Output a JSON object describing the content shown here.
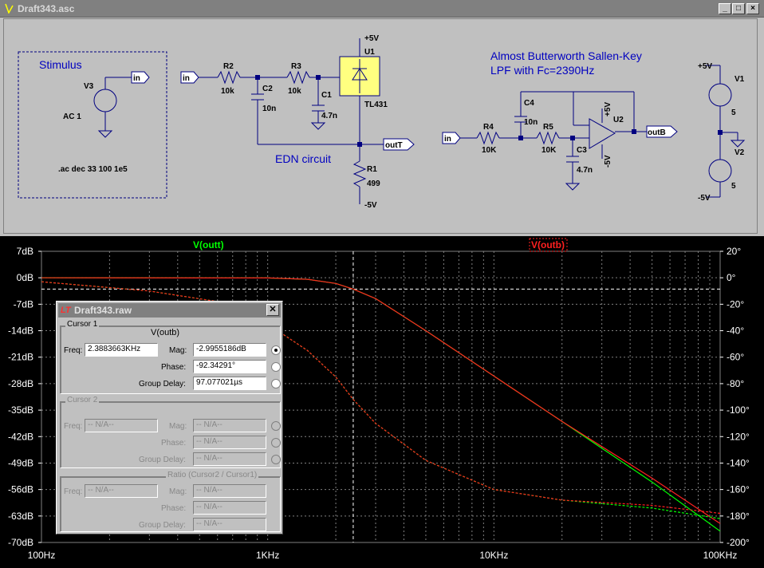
{
  "window": {
    "title": "Draft343.asc"
  },
  "schematic": {
    "stimulus_title": "Stimulus",
    "v3": "V3",
    "v3_value": "AC 1",
    "in": "in",
    "directive": ".ac dec 33 100 1e5",
    "r2": "R2",
    "r2v": "10k",
    "r3": "R3",
    "r3v": "10k",
    "c2": "C2",
    "c2v": "10n",
    "c1": "C1",
    "c1v": "4.7n",
    "u1": "U1",
    "u1v": "TL431",
    "p5v": "+5V",
    "m5v": "-5V",
    "r1": "R1",
    "r1v": "499",
    "outT": "outT",
    "edn": "EDN circuit",
    "heading1": "Almost Butterworth Sallen-Key",
    "heading2": "LPF with Fc=2390Hz",
    "r4": "R4",
    "r4v": "10K",
    "r5": "R5",
    "r5v": "10K",
    "c4": "C4",
    "c4v": "10n",
    "c3": "C3",
    "c3v": "4.7n",
    "u2": "U2",
    "outB": "outB",
    "v1": "V1",
    "v1v": "5",
    "v2": "V2",
    "v2v": "5"
  },
  "plot": {
    "trace1": "V(outt)",
    "trace1_color": "#00ff00",
    "trace2": "V(outb)",
    "trace2_color": "#ff2020",
    "left_ticks": [
      "7dB",
      "0dB",
      "-7dB",
      "-14dB",
      "-21dB",
      "-28dB",
      "-35dB",
      "-42dB",
      "-49dB",
      "-56dB",
      "-63dB",
      "-70dB"
    ],
    "right_ticks": [
      "20°",
      "0°",
      "-20°",
      "-40°",
      "-60°",
      "-80°",
      "-100°",
      "-120°",
      "-140°",
      "-160°",
      "-180°",
      "-200°"
    ],
    "x_ticks": [
      "100Hz",
      "1KHz",
      "10KHz",
      "100KHz"
    ]
  },
  "chart_data": {
    "type": "line",
    "xscale": "log",
    "xlim": [
      100,
      100000
    ],
    "ylim_left": [
      -70,
      7
    ],
    "ylim_right": [
      -200,
      20
    ],
    "cursor_x": 2388.3663,
    "series": [
      {
        "name": "V(outt)",
        "axis": "mag",
        "color": "#00ff00",
        "x": [
          100,
          1000,
          1500,
          2000,
          2390,
          3000,
          5000,
          10000,
          20000,
          50000,
          100000
        ],
        "y": [
          0,
          -0.05,
          -0.4,
          -1.5,
          -3,
          -5.5,
          -14,
          -26,
          -38,
          -54,
          -67
        ]
      },
      {
        "name": "V(outb)",
        "axis": "mag",
        "color": "#ff2020",
        "x": [
          100,
          1000,
          1500,
          2000,
          2390,
          3000,
          5000,
          10000,
          20000,
          50000,
          100000
        ],
        "y": [
          0,
          -0.05,
          -0.4,
          -1.5,
          -3,
          -5.5,
          -14,
          -26,
          -38,
          -53,
          -65
        ]
      },
      {
        "name": "V(outt) phase",
        "axis": "phase",
        "color": "#00ff00",
        "x": [
          100,
          300,
          600,
          1000,
          1500,
          2000,
          2390,
          3000,
          5000,
          10000,
          20000,
          50000,
          100000
        ],
        "y": [
          -3,
          -10,
          -18,
          -35,
          -55,
          -75,
          -92,
          -110,
          -138,
          -160,
          -168,
          -174,
          -182
        ]
      },
      {
        "name": "V(outb) phase",
        "axis": "phase",
        "color": "#ff2020",
        "x": [
          100,
          300,
          600,
          1000,
          1500,
          2000,
          2390,
          3000,
          5000,
          10000,
          20000,
          50000,
          100000
        ],
        "y": [
          -3,
          -10,
          -18,
          -35,
          -55,
          -75,
          -92,
          -110,
          -138,
          -160,
          -168,
          -172,
          -178
        ]
      }
    ]
  },
  "dialog": {
    "title": "Draft343.raw",
    "cursor1": "Cursor 1",
    "expr": "V(outb)",
    "freq_label": "Freq:",
    "freq": "2.3883663KHz",
    "mag_label": "Mag:",
    "mag": "-2.9955186dB",
    "phase_label": "Phase:",
    "phase": "-92.34291°",
    "gd_label": "Group Delay:",
    "gd": "97.077021µs",
    "cursor2": "Cursor 2",
    "na": "-- N/A--",
    "ratio": "Ratio (Cursor2 / Cursor1)"
  }
}
